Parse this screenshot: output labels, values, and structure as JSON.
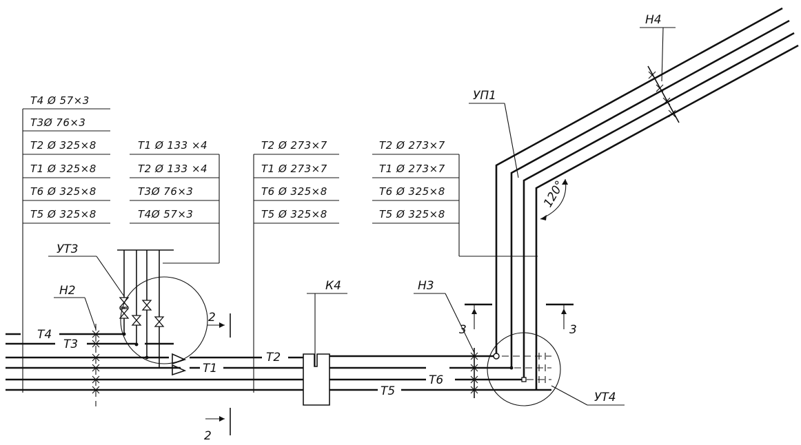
{
  "tables": {
    "t1": [
      "T4 Ø 57×3",
      "T3Ø 76×3",
      "T2 Ø 325×8",
      "T1 Ø 325×8",
      "T6 Ø 325×8",
      "T5 Ø 325×8"
    ],
    "t2": [
      "T1 Ø 133 ×4",
      "T2 Ø 133 ×4",
      "T3Ø 76×3",
      "T4Ø 57×3"
    ],
    "t3": [
      "T2 Ø 273×7",
      "T1 Ø 273×7",
      "T6 Ø 325×8",
      "T5 Ø 325×8"
    ],
    "t4": [
      "T2 Ø 273×7",
      "T1 Ø 273×7",
      "T6 Ø 325×8",
      "T5 Ø 325×8"
    ]
  },
  "labels": {
    "yt3": "УТ3",
    "yt4": "УТ4",
    "yp1": "УП1",
    "h2": "Н2",
    "h3": "Н3",
    "h4": "Н4",
    "k4": "К4",
    "angle": "120°",
    "sec2_top": "2",
    "sec2_bottom": "2",
    "sec3_left": "3",
    "sec3_right": "3"
  },
  "pipes": {
    "t1": "T1",
    "t2": "T2",
    "t3": "T3",
    "t4": "T4",
    "t5": "T5",
    "t6": "T6"
  }
}
